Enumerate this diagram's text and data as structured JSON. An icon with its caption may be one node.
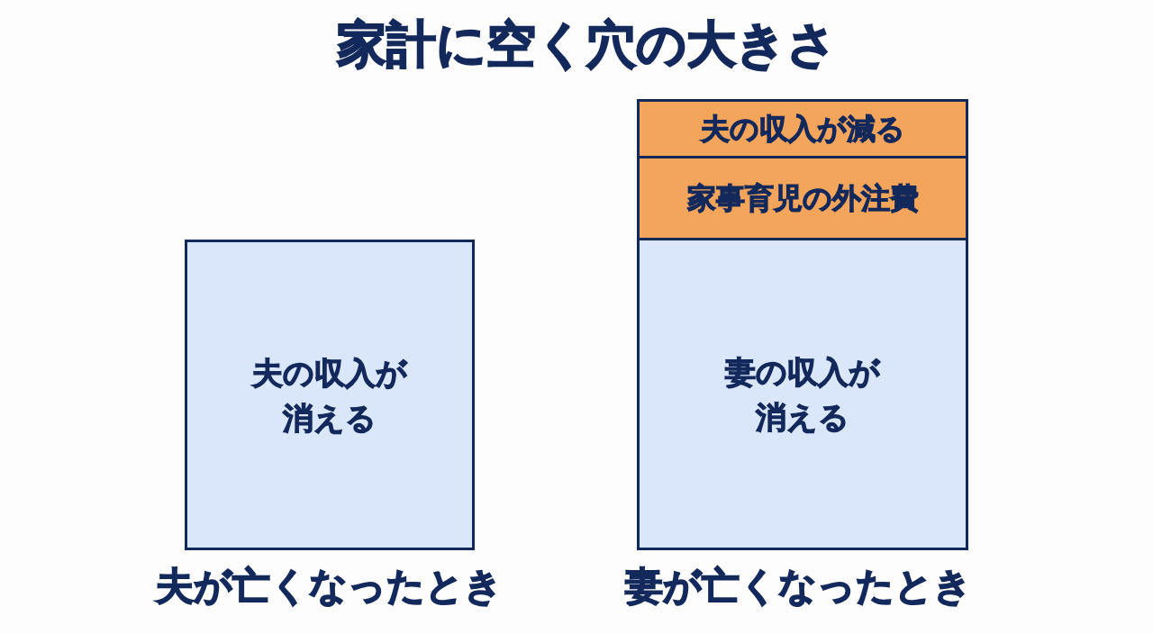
{
  "diagram": {
    "title": "家計に空く穴の大きさ",
    "nodes": [
      {
        "text": [
          "夫の収入が消える"
        ],
        "beside": [
          "夫が亡くなったとき"
        ]
      },
      {
        "text": [
          "夫の収入が減る"
        ]
      },
      {
        "text": [
          "家事育児の外注費"
        ]
      },
      {
        "text": [
          "妻の収入が消える"
        ],
        "beside": [
          "妻が亡くなったとき"
        ]
      }
    ]
  }
}
